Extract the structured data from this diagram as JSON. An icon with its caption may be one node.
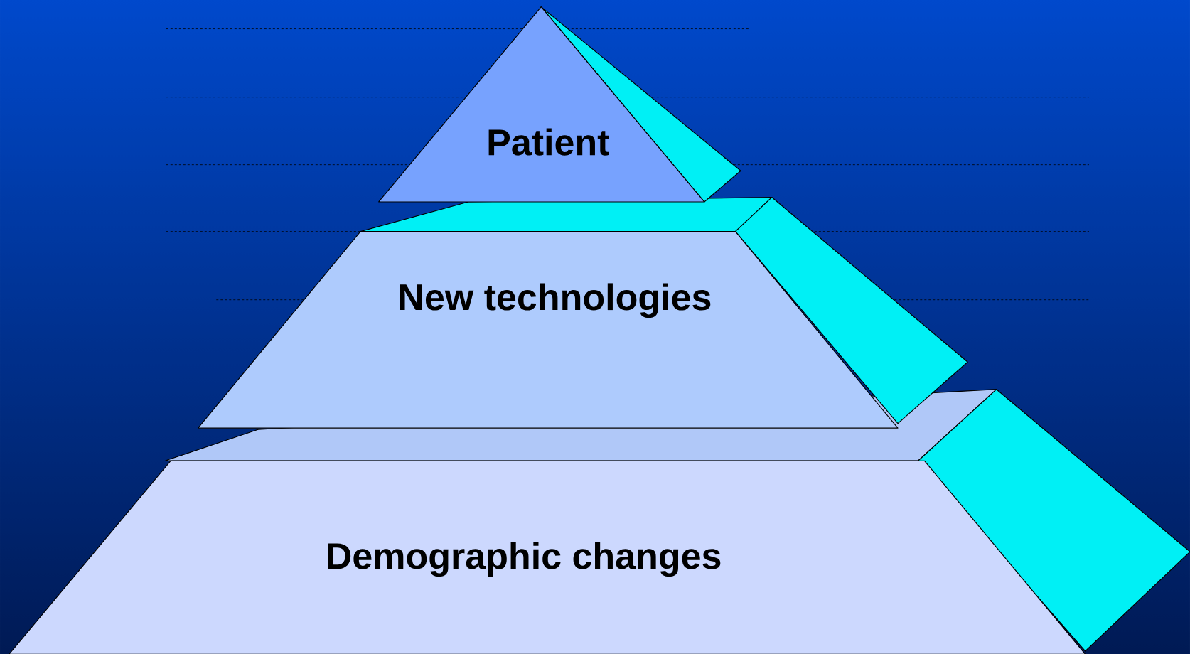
{
  "diagram": {
    "nodes": [
      {
        "text": [
          "Patient"
        ]
      },
      {
        "text": [
          "New technologies"
        ]
      },
      {
        "text": [
          "Demographic changes"
        ]
      }
    ]
  }
}
